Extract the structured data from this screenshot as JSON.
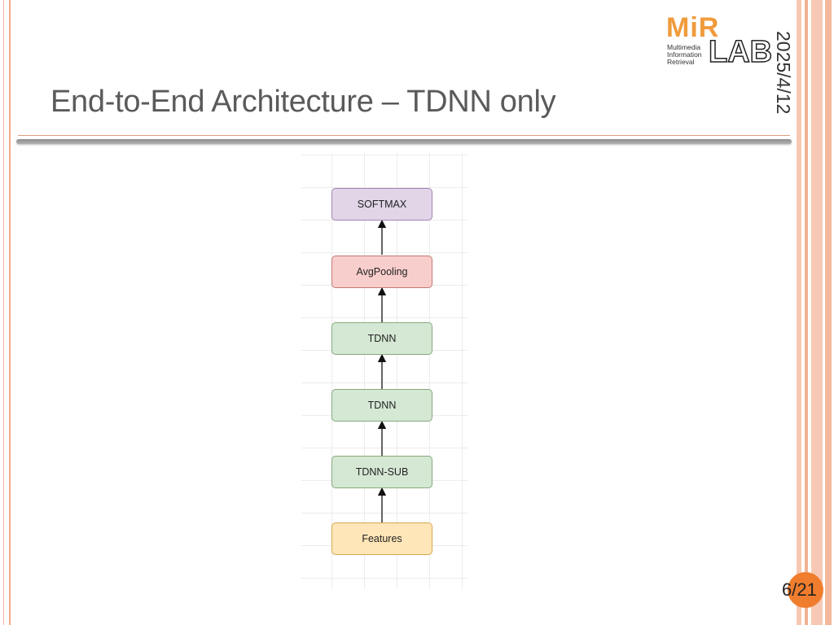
{
  "slide": {
    "title": "End-to-End Architecture – TDNN only",
    "date": "2025/4/12",
    "page_number": "6/21"
  },
  "logo": {
    "mark_top": "MiR",
    "mark_bottom": "LAB",
    "subtitle_lines": [
      "Multimedia",
      "Information",
      "Retrieval"
    ]
  },
  "diagram": {
    "nodes": [
      {
        "label": "SOFTMAX",
        "fill": "#e1d5e7"
      },
      {
        "label": "AvgPooling",
        "fill": "#f8cecc"
      },
      {
        "label": "TDNN",
        "fill": "#d5e8d4"
      },
      {
        "label": "TDNN",
        "fill": "#d5e8d4"
      },
      {
        "label": "TDNN-SUB",
        "fill": "#d5e8d4"
      },
      {
        "label": "Features",
        "fill": "#ffe6b8"
      }
    ],
    "flow_direction": "bottom-to-top"
  },
  "colors": {
    "accent_orange": "#f07d2e",
    "title_gray": "#5a5a5a"
  }
}
